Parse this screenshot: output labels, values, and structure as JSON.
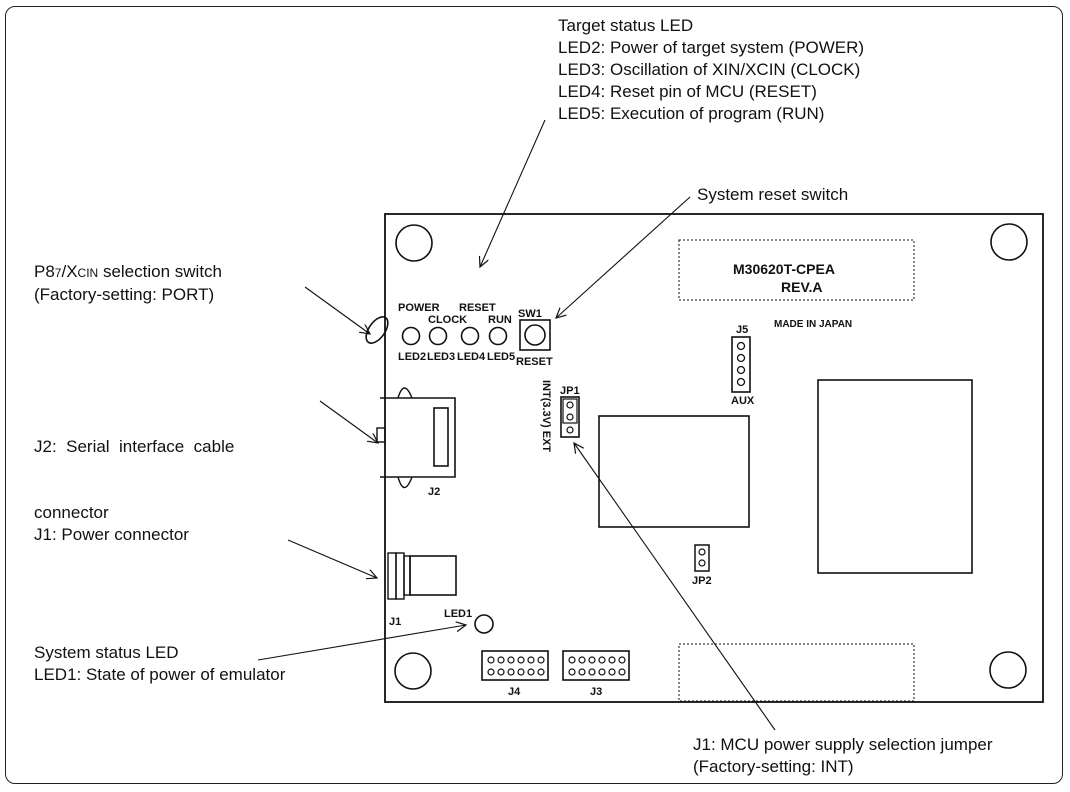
{
  "callouts": {
    "target_led": {
      "title": "Target status LED",
      "lines": [
        "LED2: Power of target system (POWER)",
        "LED3: Oscillation of XIN/XCIN (CLOCK)",
        "LED4: Reset pin of MCU (RESET)",
        "LED5: Execution of program (RUN)"
      ]
    },
    "system_reset": "System reset switch",
    "p87_switch": {
      "line1_prefix": "P8",
      "line1_sub1": "7",
      "line1_mid": "/X",
      "line1_sub2": "CIN",
      "line1_suffix": " selection switch",
      "line2": "(Factory-setting: PORT)"
    },
    "j2": {
      "line1": "J2:  Serial  interface  cable",
      "line2": "connector"
    },
    "j1_power": "J1: Power connector",
    "system_led": {
      "line1": "System status LED",
      "line2": "LED1: State of power of emulator"
    },
    "mcu_jumper": {
      "line1": "J1: MCU power supply selection jumper",
      "line2": "(Factory-setting: INT)"
    }
  },
  "board": {
    "model": "M30620T-CPEA",
    "revision": "REV.A",
    "made_in": "MADE IN JAPAN",
    "led_top_labels": [
      "POWER",
      "CLOCK",
      "RESET",
      "RUN"
    ],
    "led_bottom_labels": [
      "LED2",
      "LED3",
      "LED4",
      "LED5"
    ],
    "sw1": "SW1",
    "reset": "RESET",
    "j5": "J5",
    "aux": "AUX",
    "jp1": "JP1",
    "jp1_side": "INT(3.3V) EXT",
    "j2": "J2",
    "j1": "J1",
    "led1": "LED1",
    "jp2": "JP2",
    "j4": "J4",
    "j3": "J3"
  }
}
